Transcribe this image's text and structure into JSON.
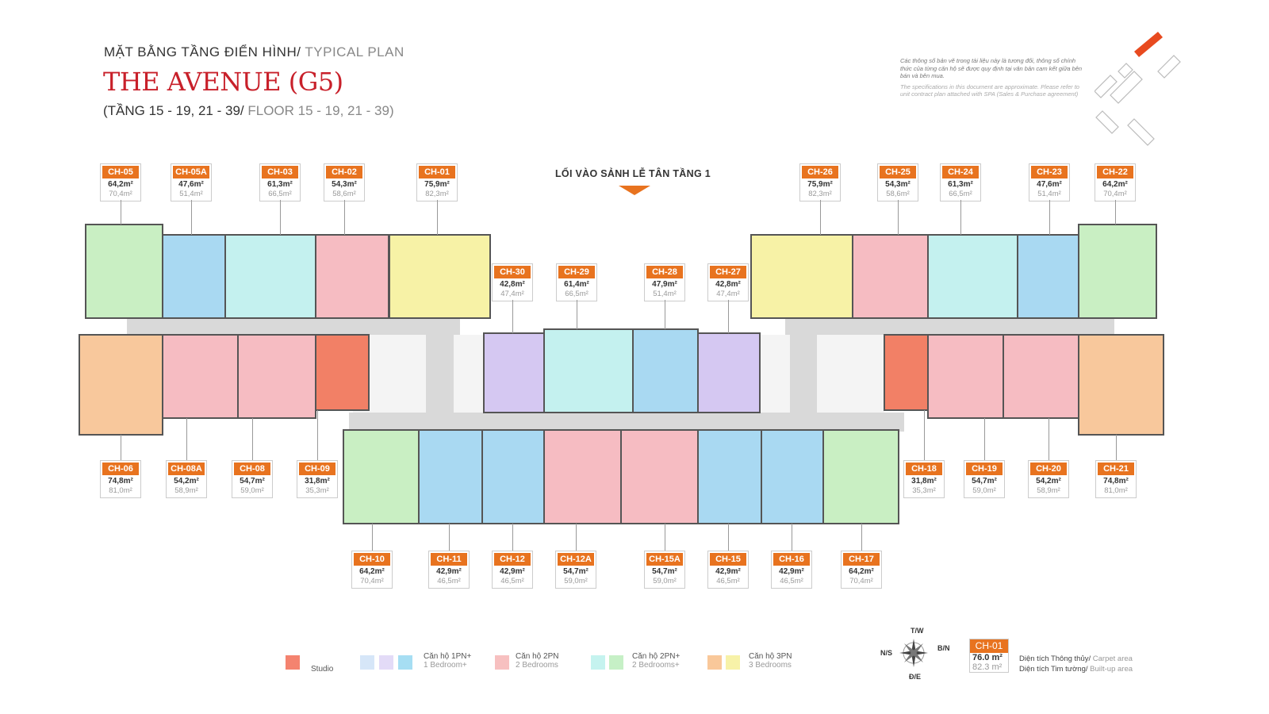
{
  "header": {
    "title_vi": "MẶT BẰNG TẦNG ĐIỂN HÌNH/",
    "title_en": " TYPICAL PLAN",
    "project": "THE AVENUE (G5)",
    "floors_vi": "(TẦNG 15 - 19, 21 - 39/",
    "floors_en": " FLOOR 15 - 19, 21 - 39)"
  },
  "note": {
    "vi": "Các thông số bản vẽ trong tài liệu này là tương đối, thông số chính thức của từng căn hộ sẽ được quy định tại văn bản cam kết giữa bên bán và bên mua.",
    "en": "The specifications in this document are approximate. Please refer to unit contract plan attached with SPA (Sales & Purchase agreement)"
  },
  "entrance_label": "LỐI VÀO SẢNH LỄ TÂN TẦNG 1",
  "units": [
    {
      "id": "CH-05",
      "carpet": "64,2m²",
      "builtup": "70,4m²",
      "type": "green"
    },
    {
      "id": "CH-05A",
      "carpet": "47,6m²",
      "builtup": "51,4m²",
      "type": "blue"
    },
    {
      "id": "CH-03",
      "carpet": "61,3m²",
      "builtup": "66,5m²",
      "type": "cyan"
    },
    {
      "id": "CH-02",
      "carpet": "54,3m²",
      "builtup": "58,6m²",
      "type": "pink"
    },
    {
      "id": "CH-01",
      "carpet": "75,9m²",
      "builtup": "82,3m²",
      "type": "yellow"
    },
    {
      "id": "CH-26",
      "carpet": "75,9m²",
      "builtup": "82,3m²",
      "type": "yellow"
    },
    {
      "id": "CH-25",
      "carpet": "54,3m²",
      "builtup": "58,6m²",
      "type": "pink"
    },
    {
      "id": "CH-24",
      "carpet": "61,3m²",
      "builtup": "66,5m²",
      "type": "cyan"
    },
    {
      "id": "CH-23",
      "carpet": "47,6m²",
      "builtup": "51,4m²",
      "type": "blue"
    },
    {
      "id": "CH-22",
      "carpet": "64,2m²",
      "builtup": "70,4m²",
      "type": "green"
    },
    {
      "id": "CH-30",
      "carpet": "42,8m²",
      "builtup": "47,4m²",
      "type": "purple"
    },
    {
      "id": "CH-29",
      "carpet": "61,4m²",
      "builtup": "66,5m²",
      "type": "cyan"
    },
    {
      "id": "CH-28",
      "carpet": "47,9m²",
      "builtup": "51,4m²",
      "type": "blue"
    },
    {
      "id": "CH-27",
      "carpet": "42,8m²",
      "builtup": "47,4m²",
      "type": "purple"
    },
    {
      "id": "CH-06",
      "carpet": "74,8m²",
      "builtup": "81,0m²",
      "type": "orange"
    },
    {
      "id": "CH-08A",
      "carpet": "54,2m²",
      "builtup": "58,9m²",
      "type": "pink"
    },
    {
      "id": "CH-08",
      "carpet": "54,7m²",
      "builtup": "59,0m²",
      "type": "pink"
    },
    {
      "id": "CH-09",
      "carpet": "31,8m²",
      "builtup": "35,3m²",
      "type": "red"
    },
    {
      "id": "CH-18",
      "carpet": "31,8m²",
      "builtup": "35,3m²",
      "type": "red"
    },
    {
      "id": "CH-19",
      "carpet": "54,7m²",
      "builtup": "59,0m²",
      "type": "pink"
    },
    {
      "id": "CH-20",
      "carpet": "54,2m²",
      "builtup": "58,9m²",
      "type": "pink"
    },
    {
      "id": "CH-21",
      "carpet": "74,8m²",
      "builtup": "81,0m²",
      "type": "orange"
    },
    {
      "id": "CH-10",
      "carpet": "64,2m²",
      "builtup": "70,4m²",
      "type": "green"
    },
    {
      "id": "CH-11",
      "carpet": "42,9m²",
      "builtup": "46,5m²",
      "type": "blue"
    },
    {
      "id": "CH-12",
      "carpet": "42,9m²",
      "builtup": "46,5m²",
      "type": "blue"
    },
    {
      "id": "CH-12A",
      "carpet": "54,7m²",
      "builtup": "59,0m²",
      "type": "pink"
    },
    {
      "id": "CH-15A",
      "carpet": "54,7m²",
      "builtup": "59,0m²",
      "type": "pink"
    },
    {
      "id": "CH-15",
      "carpet": "42,9m²",
      "builtup": "46,5m²",
      "type": "blue"
    },
    {
      "id": "CH-16",
      "carpet": "42,9m²",
      "builtup": "46,5m²",
      "type": "blue"
    },
    {
      "id": "CH-17",
      "carpet": "64,2m²",
      "builtup": "70,4m²",
      "type": "green"
    }
  ],
  "colors": {
    "green": "#c9efc3",
    "blue": "#a9d9f2",
    "cyan": "#c4f1ef",
    "pink": "#f6bcc2",
    "yellow": "#f7f2a6",
    "orange": "#f8c89c",
    "red": "#f28066",
    "purple": "#d5c8f2",
    "corridor": "#d9d9d9",
    "service": "#f4f4f4",
    "accent": "#e8731f",
    "title": "#c8202a"
  },
  "legend": {
    "studio": {
      "label": "Studio",
      "colors": [
        "#f4836f"
      ]
    },
    "one_bed": {
      "label": "Căn hộ 1PN+",
      "sub": "1 Bedroom+",
      "colors": [
        "#d6e6f8",
        "#e3dbf7",
        "#a6def3"
      ]
    },
    "two_bed": {
      "label": "Căn hộ 2PN",
      "sub": "2 Bedrooms",
      "colors": [
        "#f7c0c0"
      ]
    },
    "two_bed_plus": {
      "label": "Căn hộ 2PN+",
      "sub": "2 Bedrooms+",
      "colors": [
        "#c5f3ef",
        "#c6f0c6"
      ]
    },
    "three_bed": {
      "label": "Căn hộ 3PN",
      "sub": "3 Bedrooms",
      "colors": [
        "#f9c89a",
        "#f7f2a8"
      ]
    }
  },
  "compass": {
    "north": "T/W",
    "east": "B/N",
    "west": "N/S",
    "south": "Đ/E"
  },
  "key": {
    "id": "CH-01",
    "carpet": "76.0 m²",
    "builtup": "82.3 m²",
    "carpet_vi": "Diện tích Thông thủy/",
    "carpet_en": " Carpet area",
    "builtup_vi": "Diện tích Tim tường/",
    "builtup_en": " Built-up area"
  }
}
